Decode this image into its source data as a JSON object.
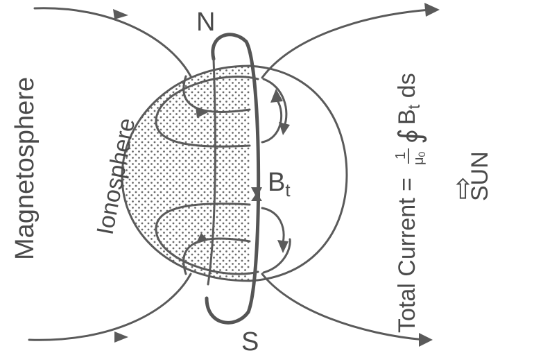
{
  "labels": {
    "north": "N",
    "south": "S",
    "magnetosphere": "Magnetosphere",
    "ionosphere": "Ionosphere",
    "field": "B",
    "field_subscript": "t",
    "current_prefix": "Total Current =",
    "frac_num": "1",
    "frac_den": "μ",
    "frac_den_sub": "0",
    "integral_body": "B",
    "integral_body_sub": "t",
    "integral_tail": " ds",
    "sun": "SUN",
    "sun_arrow": "⇨"
  },
  "colors": {
    "ink": "#5a5a5a",
    "text": "#4a4a4a",
    "dots": "#6a6a6a",
    "background": "#ffffff"
  }
}
